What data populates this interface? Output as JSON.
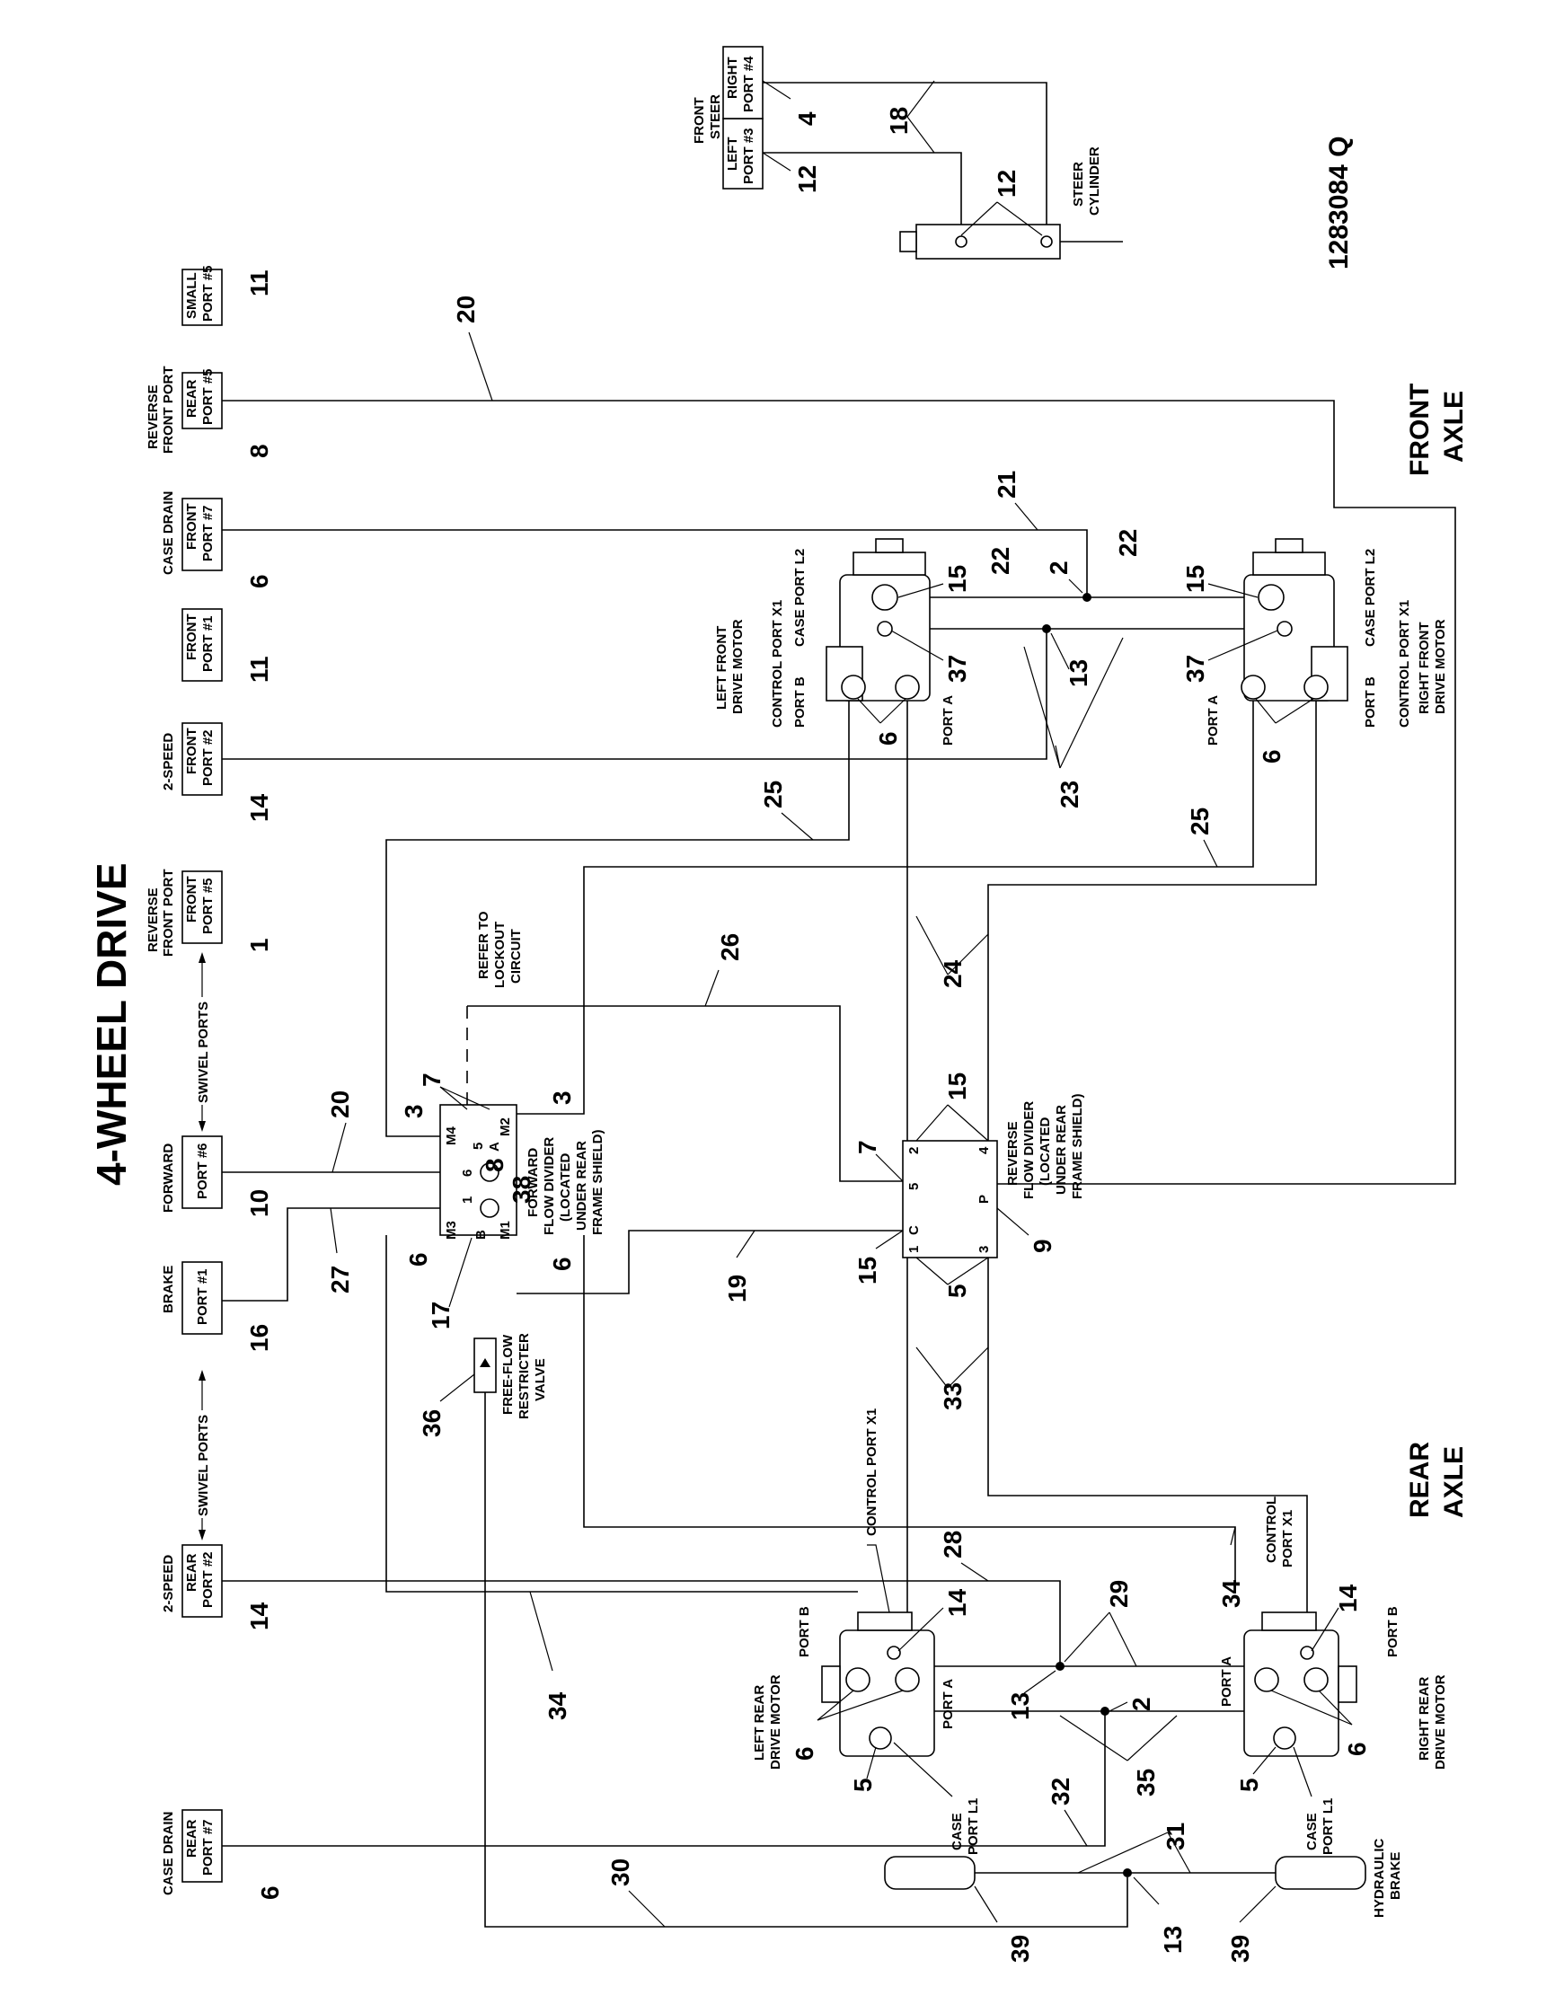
{
  "title": "4-WHEEL DRIVE",
  "drawing_number": "1283084 Q",
  "sections": {
    "front_axle": "FRONT AXLE",
    "rear_axle": "REAR AXLE"
  },
  "swivel_ports": "SWIVEL PORTS",
  "port_groups": [
    {
      "id": "small5",
      "caption": "",
      "line1": "SMALL",
      "line2": "PORT #5",
      "callout": "11"
    },
    {
      "id": "rear5",
      "caption": "REVERSE FRONT PORT",
      "line1": "REAR",
      "line2": "PORT #5",
      "callout": "8"
    },
    {
      "id": "front7",
      "caption": "CASE DRAIN",
      "line1": "FRONT",
      "line2": "PORT #7",
      "callout": "6"
    },
    {
      "id": "front1",
      "caption": "",
      "line1": "FRONT",
      "line2": "PORT #1",
      "callout": "11"
    },
    {
      "id": "front2",
      "caption": "2-SPEED",
      "line1": "FRONT",
      "line2": "PORT #2",
      "callout": "14"
    },
    {
      "id": "frontrev5",
      "caption": "REVERSE FRONT PORT",
      "line1": "FRONT",
      "line2": "PORT #5",
      "callout": "1"
    },
    {
      "id": "port6",
      "caption": "FORWARD",
      "line1": "PORT #6",
      "line2": "",
      "callout": "10"
    },
    {
      "id": "port1",
      "caption": "BRAKE",
      "line1": "PORT #1",
      "line2": "",
      "callout": "16"
    },
    {
      "id": "rear2",
      "caption": "2-SPEED",
      "line1": "REAR",
      "line2": "PORT #2",
      "callout": "14"
    },
    {
      "id": "rear7",
      "caption": "CASE DRAIN",
      "line1": "REAR",
      "line2": "PORT #7",
      "callout": "6"
    }
  ],
  "steer": {
    "caption": "FRONT STEER",
    "left": {
      "line1": "LEFT",
      "line2": "PORT #3",
      "callout": "12"
    },
    "right": {
      "line1": "RIGHT",
      "line2": "PORT #4",
      "callout": "4"
    },
    "cylinder_label": "STEER CYLINDER",
    "hose_callout": "18",
    "fitting_callout": "12"
  },
  "components": {
    "left_front_motor": "LEFT FRONT DRIVE MOTOR",
    "right_front_motor": "RIGHT FRONT DRIVE MOTOR",
    "left_rear_motor": "LEFT REAR DRIVE MOTOR",
    "right_rear_motor": "RIGHT REAR DRIVE MOTOR",
    "forward_divider": "FORWARD FLOW DIVIDER (LOCATED UNDER REAR FRAME SHIELD)",
    "reverse_divider": "REVERSE FLOW DIVIDER (LOCATED UNDER REAR FRAME SHIELD)",
    "restricter": "FREE-FLOW RESTRICTER VALVE",
    "lockout": "REFER TO LOCKOUT CIRCUIT",
    "hydraulic_brake": "HYDRAULIC BRAKE"
  },
  "port_labels": {
    "control_x1": "CONTROL PORT X1",
    "case_l2": "CASE PORT L2",
    "port_a": "PORT A",
    "port_b": "PORT B",
    "case_l1": "CASE PORT L1",
    "control_x1_short": "CONTROL PORT X1"
  },
  "divider_ports": {
    "forward": {
      "m4": "M4",
      "m2": "M2",
      "m3": "M3",
      "m1": "M1",
      "a": "A",
      "b": "B",
      "p5": "5",
      "p6": "6",
      "p1": "1"
    },
    "reverse": {
      "p2": "2",
      "p4": "4",
      "p5": "5",
      "c": "C",
      "p1": "1",
      "p3": "3",
      "p": "P"
    }
  },
  "callouts": {
    "c20a": "20",
    "c20b": "20",
    "c21": "21",
    "c22a": "22",
    "c22b": "22",
    "c2a": "2",
    "c2b": "2",
    "c15a": "15",
    "c15b": "15",
    "c15c": "15",
    "c15d": "15",
    "c37a": "37",
    "c37b": "37",
    "c13a": "13",
    "c13b": "13",
    "c13c": "13",
    "c6a": "6",
    "c6b": "6",
    "c6c": "6",
    "c6d": "6",
    "c6e": "6",
    "c6f": "6",
    "c23": "23",
    "c25a": "25",
    "c25b": "25",
    "c26": "26",
    "c24": "24",
    "c7a": "7",
    "c7b": "7",
    "c3a": "3",
    "c3b": "3",
    "c8": "8",
    "c38": "38",
    "c17": "17",
    "c27": "27",
    "c19": "19",
    "c9": "9",
    "c5a": "5",
    "c5b": "5",
    "c5c": "5",
    "c33": "33",
    "c36": "36",
    "c28": "28",
    "c29": "29",
    "c34a": "34",
    "c34b": "34",
    "c14a": "14",
    "c14b": "14",
    "c35": "35",
    "c32": "32",
    "c31": "31",
    "c30": "30",
    "c39a": "39",
    "c39b": "39"
  }
}
